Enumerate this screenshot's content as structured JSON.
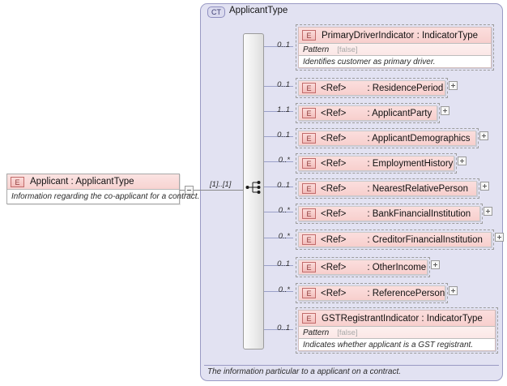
{
  "diagram": {
    "type": "xsd-schema-diagram",
    "root_element": {
      "badge": "E",
      "title": "Applicant : ApplicantType",
      "documentation": "Information regarding the co-applicant for a contract.",
      "expander": "minus-icon"
    },
    "connector": {
      "cardinality": "[1]..[1]",
      "compositor": "sequence"
    },
    "complex_type": {
      "badge": "CT",
      "name": "ApplicantType",
      "documentation": "The information particular to a applicant on a contract."
    },
    "children": [
      {
        "kind": "indicator",
        "badge": "E",
        "cardinality": "0..1",
        "title": "PrimaryDriverIndicator : IndicatorType",
        "facet_key": "Pattern",
        "facet_value": "[false]",
        "documentation": "Identifies customer as primary driver."
      },
      {
        "kind": "ref",
        "badge": "E",
        "cardinality": "0..1",
        "ref_label": "<Ref>",
        "name": ": ResidencePeriod",
        "expander": "plus-icon"
      },
      {
        "kind": "ref",
        "badge": "E",
        "cardinality": "1..1",
        "ref_label": "<Ref>",
        "name": ": ApplicantParty",
        "expander": "plus-icon"
      },
      {
        "kind": "ref",
        "badge": "E",
        "cardinality": "0..1",
        "ref_label": "<Ref>",
        "name": ": ApplicantDemographics",
        "expander": "plus-icon"
      },
      {
        "kind": "ref",
        "badge": "E",
        "cardinality": "0..*",
        "ref_label": "<Ref>",
        "name": ": EmploymentHistory",
        "expander": "plus-icon"
      },
      {
        "kind": "ref",
        "badge": "E",
        "cardinality": "0..1",
        "ref_label": "<Ref>",
        "name": ": NearestRelativePerson",
        "expander": "plus-icon"
      },
      {
        "kind": "ref",
        "badge": "E",
        "cardinality": "0..*",
        "ref_label": "<Ref>",
        "name": ": BankFinancialInstitution",
        "expander": "plus-icon"
      },
      {
        "kind": "ref",
        "badge": "E",
        "cardinality": "0..*",
        "ref_label": "<Ref>",
        "name": ": CreditorFinancialInstitution",
        "expander": "plus-icon"
      },
      {
        "kind": "ref",
        "badge": "E",
        "cardinality": "0..1",
        "ref_label": "<Ref>",
        "name": ": OtherIncome",
        "expander": "plus-icon"
      },
      {
        "kind": "ref",
        "badge": "E",
        "cardinality": "0..*",
        "ref_label": "<Ref>",
        "name": ": ReferencePerson",
        "expander": "plus-icon"
      },
      {
        "kind": "indicator",
        "badge": "E",
        "cardinality": "0..1",
        "title": "GSTRegistrantIndicator : IndicatorType",
        "facet_key": "Pattern",
        "facet_value": "[false]",
        "documentation": "Indicates whether applicant is a GST registrant."
      }
    ]
  },
  "colors": {
    "element_fill": "#f7cfcd",
    "container_fill": "#e2e2f2",
    "container_border": "#9a9ac4",
    "badge_text": "#8d3a3a",
    "line": "#9aa0c8"
  }
}
